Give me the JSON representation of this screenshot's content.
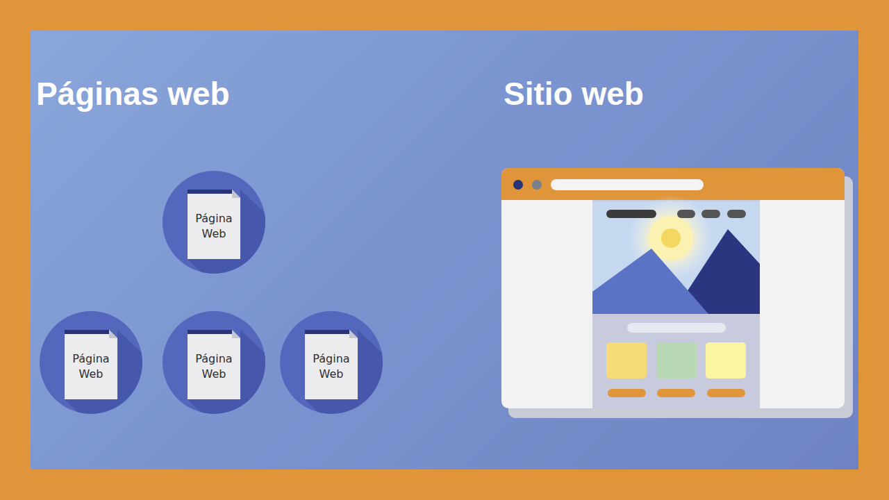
{
  "diagram": {
    "nodes": [
      {
        "text": [
          "Página Web"
        ]
      },
      {
        "text": [
          "Página Web"
        ]
      },
      {
        "text": [
          "Página Web"
        ]
      },
      {
        "text": [
          "Página Web"
        ]
      }
    ],
    "labels": [
      "Páginas web",
      "Sitio web"
    ]
  }
}
